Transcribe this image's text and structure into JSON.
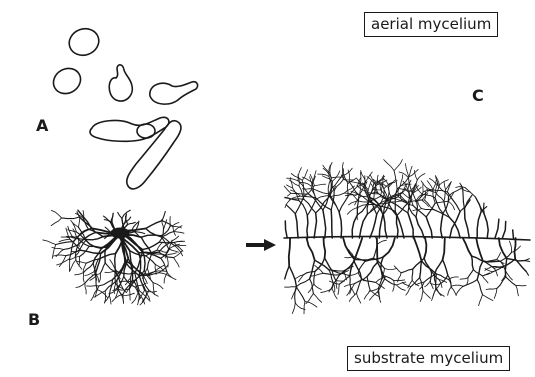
{
  "labels": {
    "panel_a": "A",
    "panel_b": "B",
    "panel_c": "C",
    "aerial": "aerial mycelium",
    "substrate": "substrate mycelium"
  },
  "colors": {
    "ink": "#1a1a1a",
    "background": "#ffffff"
  }
}
